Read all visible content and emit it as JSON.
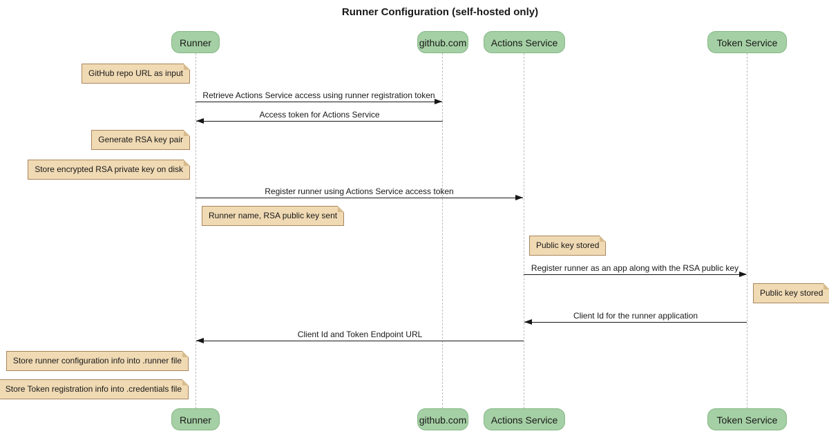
{
  "title": "Runner Configuration (self-hosted only)",
  "colors": {
    "participant_fill": "#A5D0A5",
    "participant_border": "#84B784",
    "note_fill": "#F0DAB4",
    "note_border": "#A8845C",
    "lifeline": "#BCBCBC",
    "arrow": "#161616",
    "background": "#FFFFFF"
  },
  "participants": [
    {
      "label": "Runner"
    },
    {
      "label": "github.com"
    },
    {
      "label": "Actions Service"
    },
    {
      "label": "Token Service"
    }
  ],
  "messages": [
    {
      "label": "Retrieve Actions Service access using runner registration token",
      "from": "Runner",
      "to": "github.com",
      "direction": "right"
    },
    {
      "label": "Access token for Actions Service",
      "from": "github.com",
      "to": "Runner",
      "direction": "left"
    },
    {
      "label": "Register runner using Actions Service access token",
      "from": "Runner",
      "to": "Actions Service",
      "direction": "right"
    },
    {
      "label": "Register runner as an app along with the RSA public key",
      "from": "Actions Service",
      "to": "Token Service",
      "direction": "right"
    },
    {
      "label": "Client Id for the runner application",
      "from": "Token Service",
      "to": "Actions Service",
      "direction": "left"
    },
    {
      "label": "Client Id and Token Endpoint URL",
      "from": "Actions Service",
      "to": "Runner",
      "direction": "left"
    }
  ],
  "notes": [
    {
      "label": "GitHub repo URL as input",
      "anchor": "left of Runner"
    },
    {
      "label": "Generate RSA key pair",
      "anchor": "left of Runner"
    },
    {
      "label": "Store encrypted RSA private key on disk",
      "anchor": "left of Runner"
    },
    {
      "label": "Runner name, RSA public key sent",
      "anchor": "right of Runner"
    },
    {
      "label": "Public key stored",
      "anchor": "right of Actions Service"
    },
    {
      "label": "Public key stored",
      "anchor": "right of Token Service"
    },
    {
      "label": "Store runner configuration info into .runner file",
      "anchor": "left of Runner"
    },
    {
      "label": "Store Token registration info into .credentials file",
      "anchor": "left of Runner"
    }
  ]
}
